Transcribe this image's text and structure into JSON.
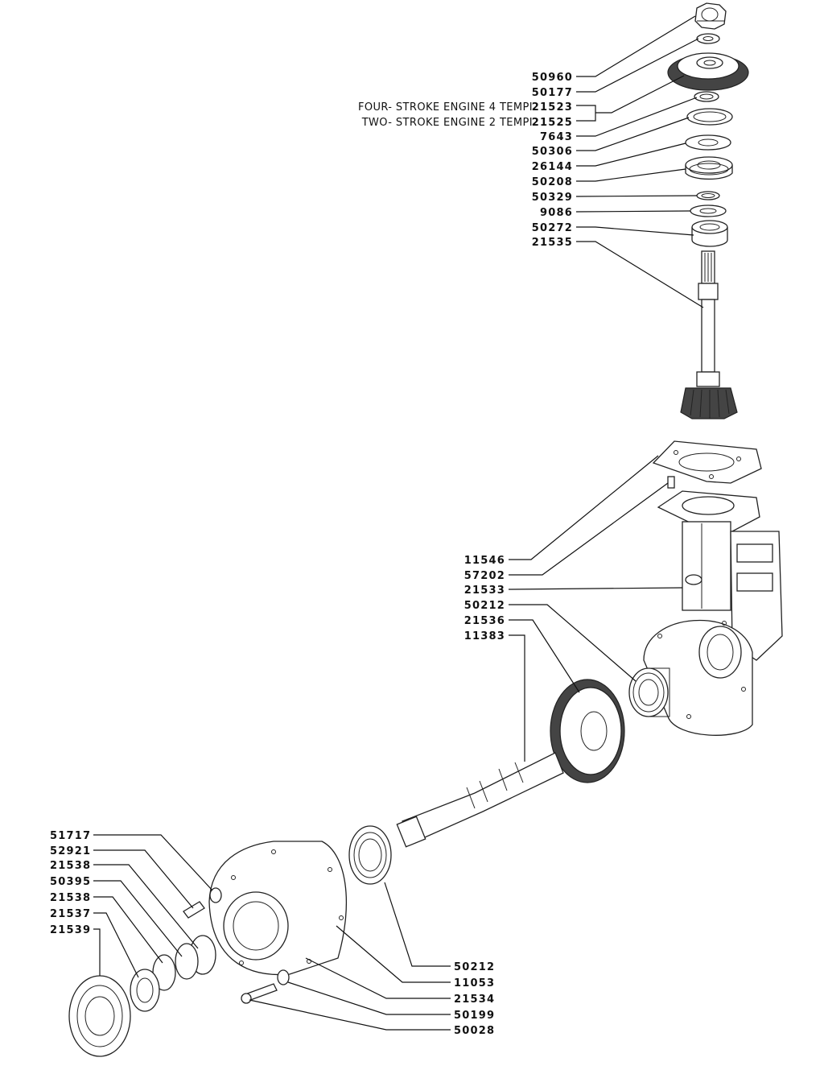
{
  "top_labels": [
    {
      "num": "50960"
    },
    {
      "num": "50177"
    },
    {
      "prefix": "FOUR- STROKE  ENGINE    4  TEMPI",
      "num": "21523"
    },
    {
      "prefix": "TWO- STROKE  ENGINE    2  TEMPI",
      "num": "21525"
    },
    {
      "num": "7643"
    },
    {
      "num": "50306"
    },
    {
      "num": "26144"
    },
    {
      "num": "50208"
    },
    {
      "num": "50329"
    },
    {
      "num": "9086"
    },
    {
      "num": "50272"
    },
    {
      "num": "21535"
    }
  ],
  "middle_labels": [
    "11546",
    "57202",
    "21533",
    "50212",
    "21536",
    "11383"
  ],
  "left_labels": [
    "51717",
    "52921",
    "21538",
    "50395",
    "21538",
    "21537",
    "21539"
  ],
  "bottom_right_labels": [
    "50212",
    "11053",
    "21534",
    "50199",
    "50028"
  ]
}
